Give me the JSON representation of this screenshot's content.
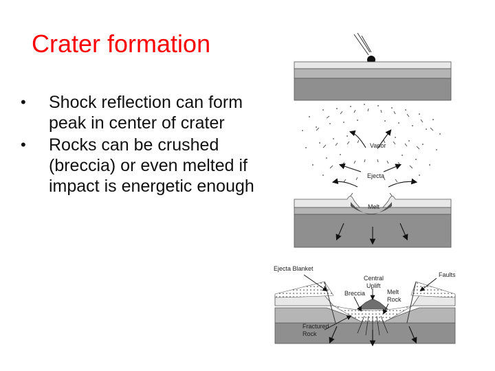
{
  "slide": {
    "title": "Crater formation",
    "bullets": [
      "Shock reflection can form peak in center of crater",
      "Rocks can be crushed (breccia) or even melted if impact is energetic enough"
    ]
  },
  "figure": {
    "labels": {
      "vapor": "Vapor",
      "ejecta": "Ejecta",
      "melt": "Melt",
      "ejecta_blanket": "Ejecta Blanket",
      "central_uplift_1": "Central",
      "central_uplift_2": "Uplift",
      "faults": "Faults",
      "breccia": "Breccia",
      "melt_rock_1": "Melt",
      "melt_rock_2": "Rock",
      "fractured_rock_1": "Fractured",
      "fractured_rock_2": "Rock"
    }
  }
}
